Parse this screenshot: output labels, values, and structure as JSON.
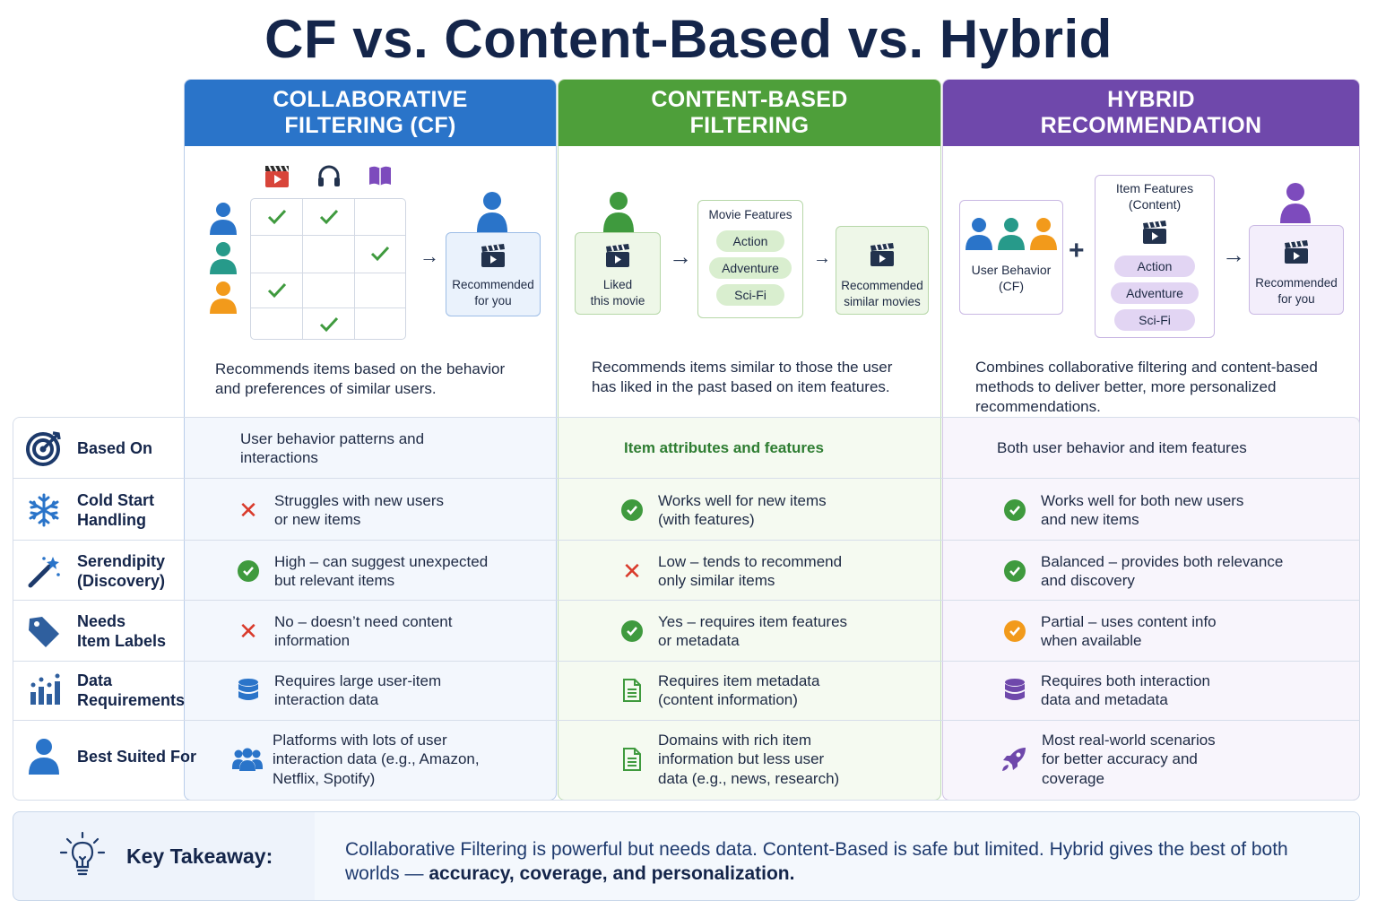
{
  "title": "CF vs. Content-Based vs. Hybrid",
  "columns": {
    "cf": {
      "header_line1": "COLLABORATIVE",
      "header_line2": "FILTERING (CF)",
      "recommended_line1": "Recommended",
      "recommended_line2": "for you",
      "description": "Recommends items based on the behavior and preferences of similar users."
    },
    "cb": {
      "header_line1": "CONTENT-BASED",
      "header_line2": "FILTERING",
      "liked_line1": "Liked",
      "liked_line2": "this movie",
      "features_title": "Movie Features",
      "features": [
        "Action",
        "Adventure",
        "Sci-Fi"
      ],
      "recommended_line1": "Recommended",
      "recommended_line2": "similar movies",
      "description": "Recommends items similar to those the user has liked in the past based on item features."
    },
    "hy": {
      "header_line1": "HYBRID",
      "header_line2": "RECOMMENDATION",
      "user_behavior_line1": "User Behavior",
      "user_behavior_line2": "(CF)",
      "plus": "+",
      "features_title_line1": "Item Features",
      "features_title_line2": "(Content)",
      "features": [
        "Action",
        "Adventure",
        "Sci-Fi"
      ],
      "recommended_line1": "Recommended",
      "recommended_line2": "for you",
      "description": "Combines collaborative filtering and content-based methods to deliver better, more personalized recommendations."
    }
  },
  "rows": [
    {
      "label_line1": "Based On",
      "label_line2": "",
      "icon": "target-icon",
      "cf": {
        "text_line1": "User behavior patterns and",
        "text_line2": "interactions",
        "status": "none"
      },
      "cb": {
        "text_line1": "Item attributes and features",
        "text_line2": "",
        "status": "none"
      },
      "hy": {
        "text_line1": "Both user behavior and item features",
        "text_line2": "",
        "status": "none"
      }
    },
    {
      "label_line1": "Cold Start",
      "label_line2": "Handling",
      "icon": "snowflake-icon",
      "cf": {
        "text_line1": "Struggles with new users",
        "text_line2": "or new items",
        "status": "cross"
      },
      "cb": {
        "text_line1": "Works well for new items",
        "text_line2": "(with features)",
        "status": "check"
      },
      "hy": {
        "text_line1": "Works well for both new users",
        "text_line2": "and new items",
        "status": "check"
      }
    },
    {
      "label_line1": "Serendipity",
      "label_line2": "(Discovery)",
      "icon": "magic-wand-icon",
      "cf": {
        "text_line1": "High – can suggest unexpected",
        "text_line2": "but relevant items",
        "status": "check"
      },
      "cb": {
        "text_line1": "Low – tends to recommend",
        "text_line2": "only similar items",
        "status": "cross"
      },
      "hy": {
        "text_line1": "Balanced – provides both relevance",
        "text_line2": "and discovery",
        "status": "check"
      }
    },
    {
      "label_line1": "Needs",
      "label_line2": "Item Labels",
      "icon": "tag-icon",
      "cf": {
        "text_line1": "No – doesn’t need content",
        "text_line2": "information",
        "status": "cross"
      },
      "cb": {
        "text_line1": "Yes – requires item features",
        "text_line2": "or metadata",
        "status": "check"
      },
      "hy": {
        "text_line1": "Partial – uses content info",
        "text_line2": "when available",
        "status": "partial"
      }
    },
    {
      "label_line1": "Data",
      "label_line2": "Requirements",
      "icon": "bar-chart-icon",
      "cf": {
        "text_line1": "Requires large user-item",
        "text_line2": "interaction data",
        "status": "database"
      },
      "cb": {
        "text_line1": "Requires item metadata",
        "text_line2": "(content information)",
        "status": "document"
      },
      "hy": {
        "text_line1": "Requires both interaction",
        "text_line2": "data and metadata",
        "status": "database"
      }
    },
    {
      "label_line1": "Best Suited For",
      "label_line2": "",
      "icon": "person-icon",
      "cf": {
        "text_line1": "Platforms with lots of user",
        "text_line2": "interaction data (e.g., Amazon,",
        "text_line3": "Netflix, Spotify)",
        "status": "users"
      },
      "cb": {
        "text_line1": "Domains with rich item",
        "text_line2": "information but less user",
        "text_line3": "data (e.g., news, research)",
        "status": "document"
      },
      "hy": {
        "text_line1": "Most real-world scenarios",
        "text_line2": "for better accuracy and",
        "text_line3": "coverage",
        "status": "rocket"
      }
    }
  ],
  "takeaway": {
    "label": "Key Takeaway:",
    "text_plain": "Collaborative Filtering is powerful but needs data. Content-Based is safe but limited. Hybrid gives the best of both worlds — ",
    "text_bold": "accuracy, coverage, and personalization."
  },
  "colors": {
    "cf": "#2a74c9",
    "cb": "#4e9f3a",
    "hy": "#6f48ab",
    "title": "#14254a",
    "check": "#3f9a3e",
    "cross": "#d93a2b",
    "partial": "#f29a1b"
  }
}
